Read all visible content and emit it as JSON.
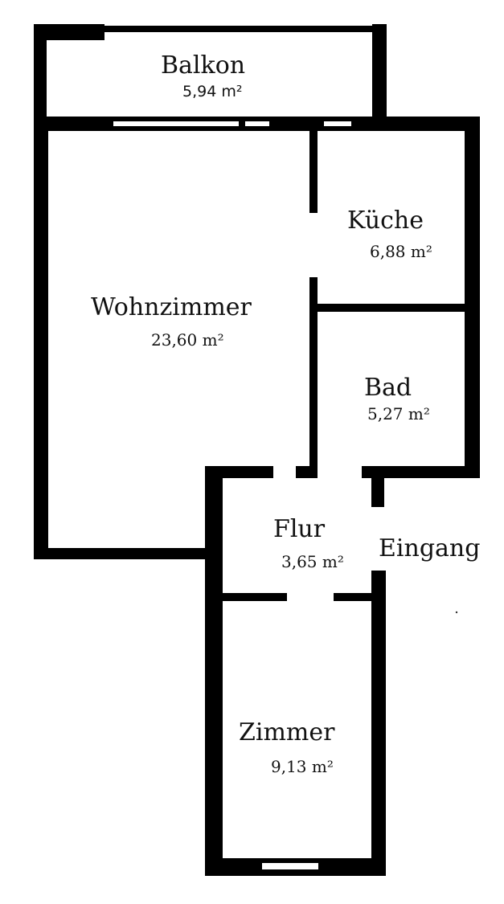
{
  "rooms": {
    "balkon": {
      "name": "Balkon",
      "area": "5,94 m²"
    },
    "kueche": {
      "name": "Küche",
      "area": "6,88 m²"
    },
    "wohnzimmer": {
      "name": "Wohnzimmer",
      "area": "23,60 m²"
    },
    "bad": {
      "name": "Bad",
      "area": "5,27 m²"
    },
    "flur": {
      "name": "Flur",
      "area": "3,65 m²"
    },
    "zimmer": {
      "name": "Zimmer",
      "area": "9,13 m²"
    }
  },
  "entrance": {
    "label": "Eingang"
  },
  "colors": {
    "wall": "#000000",
    "background": "#ffffff"
  }
}
